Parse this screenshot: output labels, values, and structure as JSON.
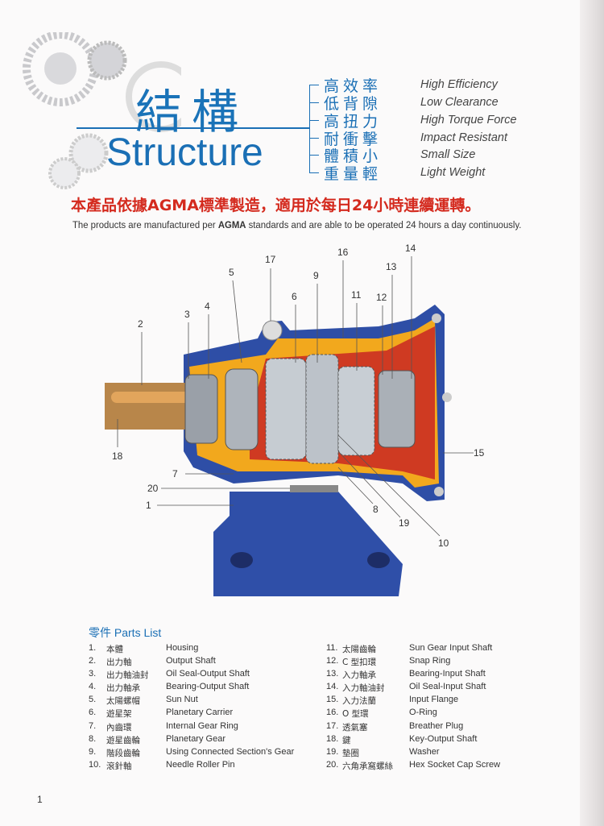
{
  "header": {
    "title_cn": "結構",
    "title_en": "Structure"
  },
  "features": [
    {
      "cn": "高效率",
      "en": "High Efficiency"
    },
    {
      "cn": "低背隙",
      "en": "Low Clearance"
    },
    {
      "cn": "高扭力",
      "en": "High Torque Force"
    },
    {
      "cn": "耐衝擊",
      "en": "Impact Resistant"
    },
    {
      "cn": "體積小",
      "en": "Small Size"
    },
    {
      "cn": "重量輕",
      "en": "Light Weight"
    }
  ],
  "statement_cn": "本產品依據AGMA標準製造，適用於每日24小時連續運轉。",
  "statement_en": {
    "a": "The products are manufactured per ",
    "b": "AGMA",
    "c": " standards and are able to be operated 24 hours a day continuously."
  },
  "callouts": [
    "17",
    "16",
    "14",
    "13",
    "5",
    "9",
    "6",
    "11",
    "12",
    "4",
    "3",
    "2",
    "18",
    "15",
    "7",
    "20",
    "1",
    "8",
    "19",
    "10"
  ],
  "parts_title": "零件 Parts List",
  "parts": [
    {
      "n": "1.",
      "cn": "本體",
      "en": "Housing"
    },
    {
      "n": "2.",
      "cn": "出力軸",
      "en": "Output Shaft"
    },
    {
      "n": "3.",
      "cn": "出力軸油封",
      "en": "Oil Seal-Output Shaft"
    },
    {
      "n": "4.",
      "cn": "出力軸承",
      "en": "Bearing-Output Shaft"
    },
    {
      "n": "5.",
      "cn": "太陽螺帽",
      "en": "Sun Nut"
    },
    {
      "n": "6.",
      "cn": "遊星架",
      "en": "Planetary Carrier"
    },
    {
      "n": "7.",
      "cn": "內齒環",
      "en": "Internal Gear Ring"
    },
    {
      "n": "8.",
      "cn": "遊星齒輪",
      "en": "Planetary Gear"
    },
    {
      "n": "9.",
      "cn": "階段齒輪",
      "en": "Using Connected Section's Gear"
    },
    {
      "n": "10.",
      "cn": "滾針軸",
      "en": "Needle Roller Pin"
    },
    {
      "n": "11.",
      "cn": "太陽齒輪",
      "en": "Sun Gear Input Shaft"
    },
    {
      "n": "12.",
      "cn": "C 型扣環",
      "en": "Snap Ring"
    },
    {
      "n": "13.",
      "cn": "入力軸承",
      "en": "Bearing-Input Shaft"
    },
    {
      "n": "14.",
      "cn": "入力軸油封",
      "en": "Oil Seal-Input Shaft"
    },
    {
      "n": "15.",
      "cn": "入力法蘭",
      "en": "Input Flange"
    },
    {
      "n": "16.",
      "cn": "O 型環",
      "en": "O-Ring"
    },
    {
      "n": "17.",
      "cn": "透氣塞",
      "en": "Breather  Plug"
    },
    {
      "n": "18.",
      "cn": "鍵",
      "en": "Key-Output Shaft"
    },
    {
      "n": "19.",
      "cn": "墊圈",
      "en": "Washer"
    },
    {
      "n": "20.",
      "cn": "六角承窩螺絲",
      "en": "Hex Socket Cap Screw"
    }
  ],
  "page_number": "1"
}
